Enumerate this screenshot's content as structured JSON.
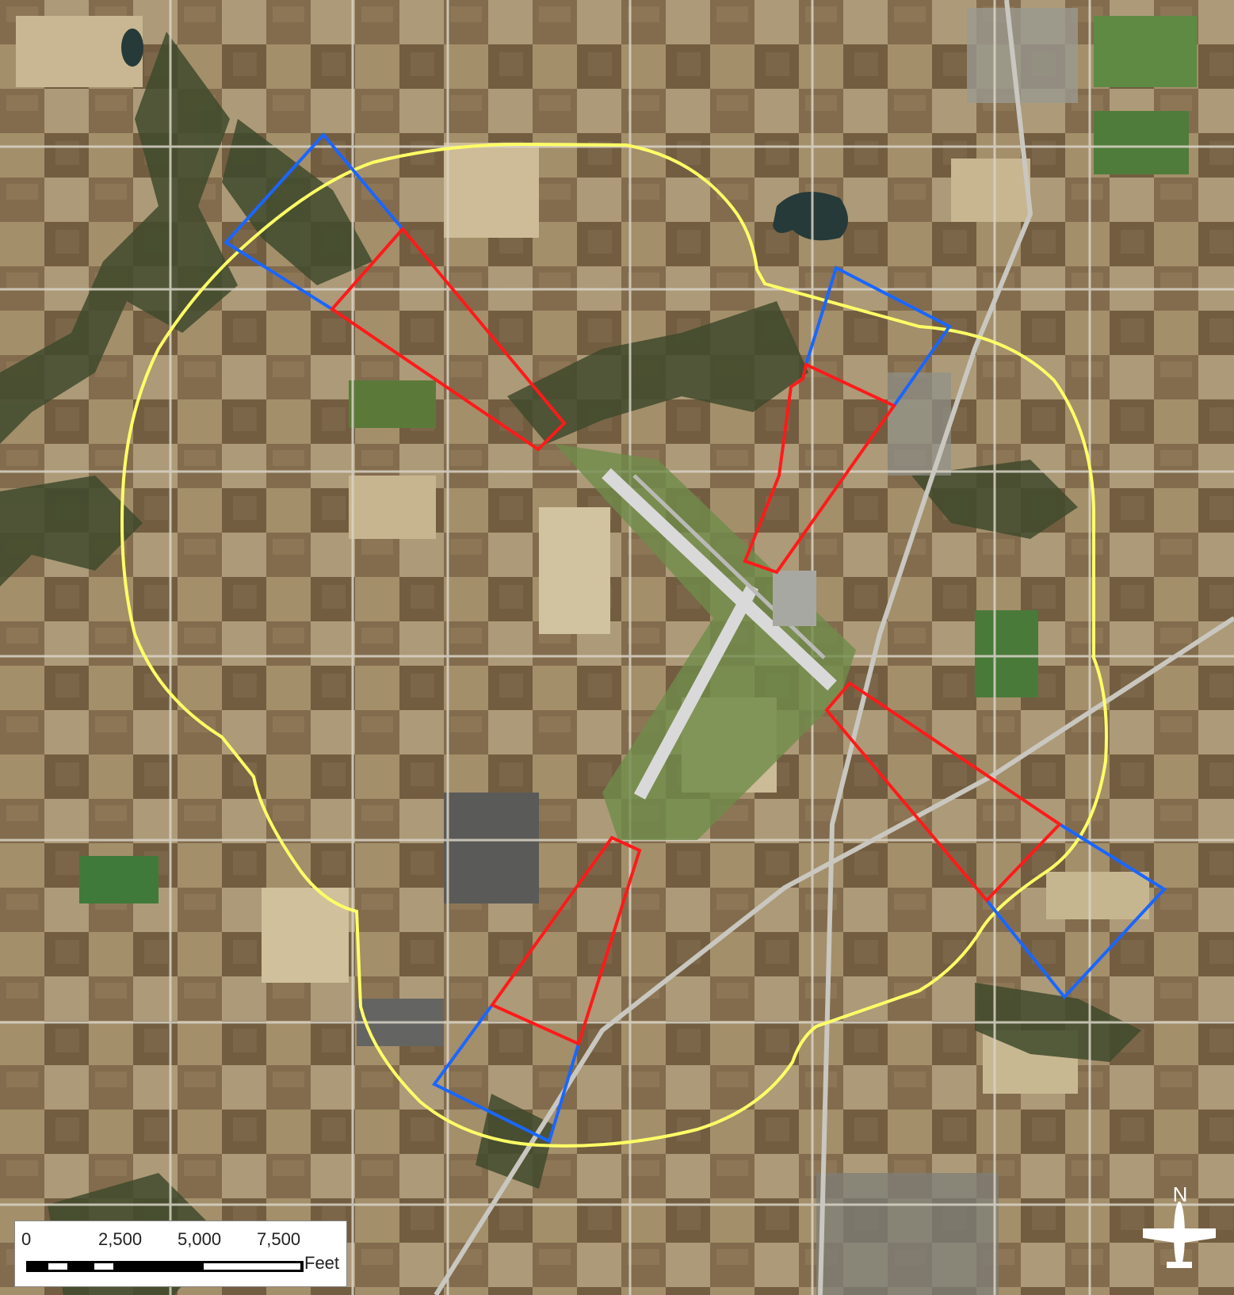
{
  "map": {
    "colors": {
      "influence_area": "#ffff66",
      "safety_zone_inner": "#ff1a1a",
      "safety_zone_outer": "#1a66ff",
      "runway": "#d9d9d9"
    }
  },
  "scale_bar": {
    "ticks": [
      "0",
      "2,500",
      "5,000",
      "7,500"
    ],
    "unit": "Feet"
  },
  "north_arrow": {
    "label": "N",
    "icon": "airplane-icon"
  }
}
